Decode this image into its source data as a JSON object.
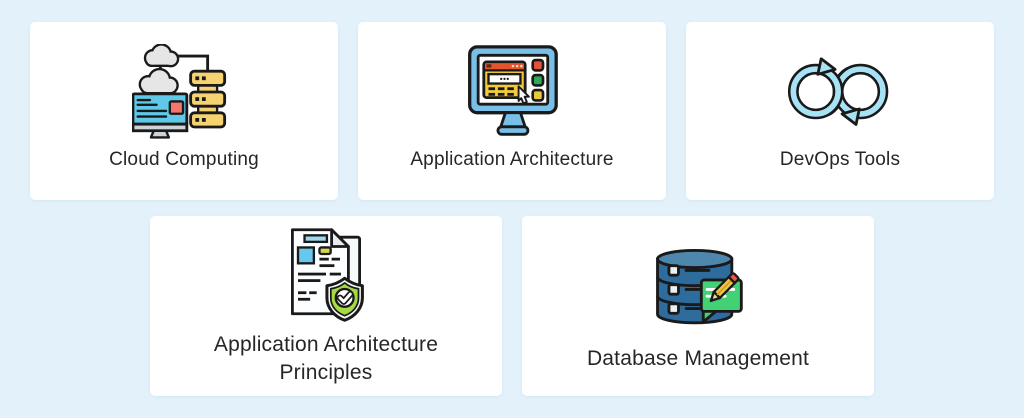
{
  "page": {
    "background_color": "#e3f1fa",
    "card_color": "#ffffff",
    "text_color": "#262626"
  },
  "cards": [
    {
      "label": "Cloud Computing",
      "icon": "cloud-computing-icon",
      "row": 1
    },
    {
      "label": "Application Architecture",
      "icon": "application-architecture-icon",
      "row": 1
    },
    {
      "label": "DevOps Tools",
      "icon": "devops-tools-icon",
      "row": 1
    },
    {
      "label": "Application Architecture Principles",
      "icon": "application-architecture-principles-icon",
      "row": 2
    },
    {
      "label": "Database Management",
      "icon": "database-management-icon",
      "row": 2
    }
  ],
  "palette": {
    "outline": "#1a1a1a",
    "cloud_gray": "#e6e6e6",
    "server_yellow": "#f6d271",
    "screen_cyan": "#5ec9e9",
    "alert_salmon": "#f3756b",
    "monitor_blue": "#79c0e8",
    "browser_yellow": "#f1ca3e",
    "titlebar_orange": "#e4532d",
    "button_red": "#e4523a",
    "button_green": "#2fa857",
    "button_yellow": "#e9c93c",
    "devops_cyan": "#a8e2f5",
    "devops_purple": "#d9b3e8",
    "shield_green": "#a6da44",
    "doc_blue": "#67c7ee",
    "doc_cyan_bar": "#9fd9ef",
    "doc_yellow": "#d6d74b",
    "db_blue_dark": "#2e6c9e",
    "db_blue_light": "#4e87ae",
    "note_green": "#43d175",
    "pencil_yellow": "#f2c53d",
    "pencil_red": "#e2574e"
  }
}
